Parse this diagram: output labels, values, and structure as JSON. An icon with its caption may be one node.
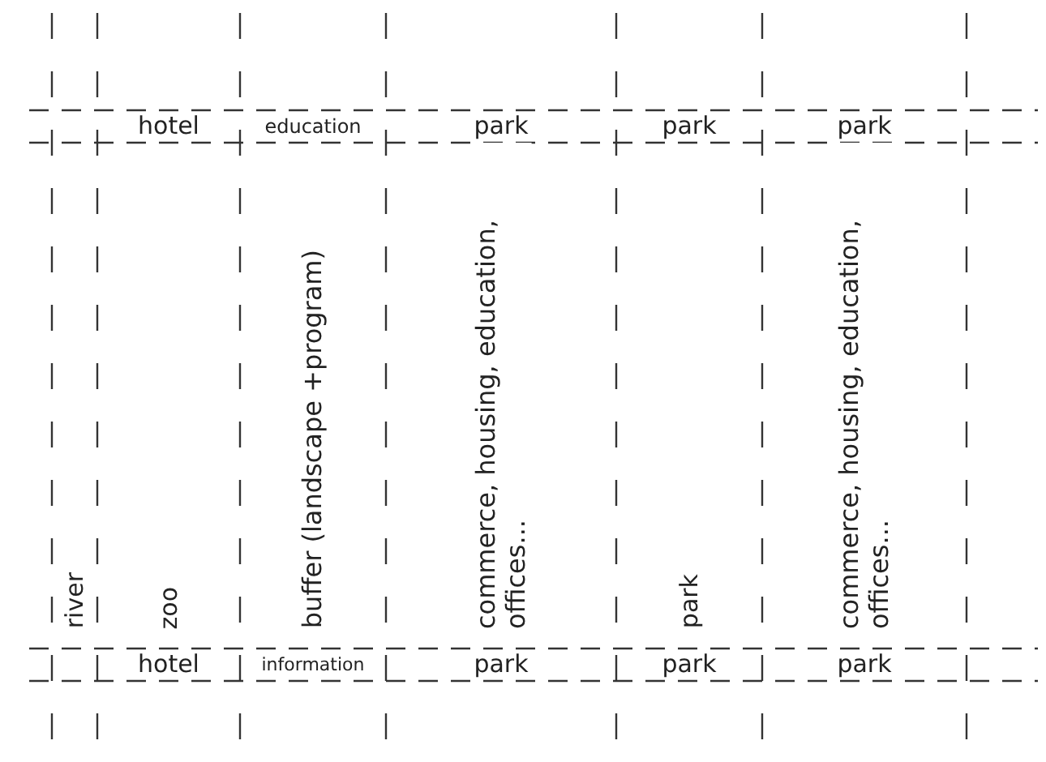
{
  "diagram": {
    "labels": [
      "hotel",
      "education",
      "park",
      "park",
      "park",
      "river",
      "zoo",
      "buffer (landscape +program)",
      "commerce, housing, education, offices...",
      "park",
      "commerce, housing, education, offices...",
      "hotel",
      "information",
      "park",
      "park",
      "park"
    ]
  }
}
